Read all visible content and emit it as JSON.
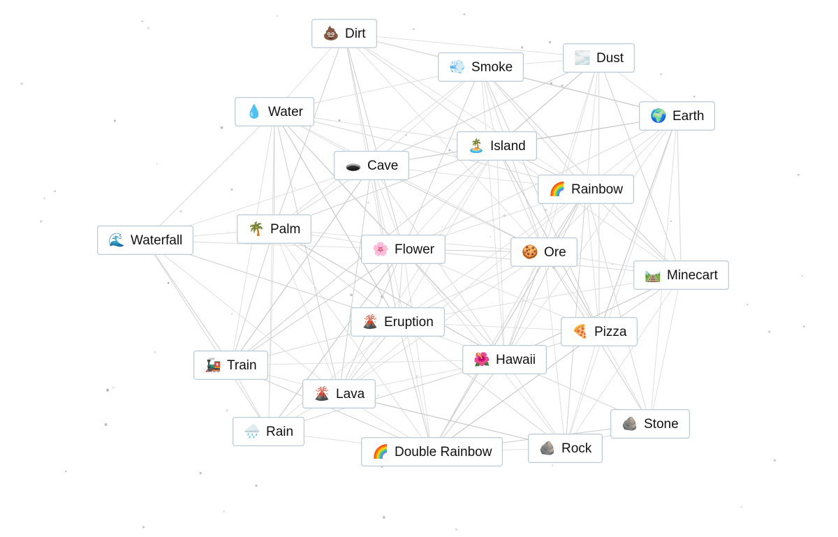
{
  "elements": [
    {
      "id": "dirt",
      "label": "Dirt",
      "emoji": "💩",
      "icon": "dirt-icon"
    },
    {
      "id": "smoke",
      "label": "Smoke",
      "emoji": "💨",
      "icon": "smoke-icon"
    },
    {
      "id": "dust",
      "label": "Dust",
      "emoji": "🌫️",
      "icon": "dust-icon"
    },
    {
      "id": "water",
      "label": "Water",
      "emoji": "💧",
      "icon": "water-drop-icon"
    },
    {
      "id": "earth",
      "label": "Earth",
      "emoji": "🌍",
      "icon": "globe-icon"
    },
    {
      "id": "island",
      "label": "Island",
      "emoji": "🏝️",
      "icon": "island-icon"
    },
    {
      "id": "cave",
      "label": "Cave",
      "emoji": "🕳️",
      "icon": "cave-hole-icon"
    },
    {
      "id": "rainbow",
      "label": "Rainbow",
      "emoji": "🌈",
      "icon": "rainbow-icon"
    },
    {
      "id": "waterfall",
      "label": "Waterfall",
      "emoji": "🌊",
      "icon": "wave-icon"
    },
    {
      "id": "palm",
      "label": "Palm",
      "emoji": "🌴",
      "icon": "palm-tree-icon"
    },
    {
      "id": "flower",
      "label": "Flower",
      "emoji": "🌸",
      "icon": "cherry-blossom-icon"
    },
    {
      "id": "ore",
      "label": "Ore",
      "emoji": "🍪",
      "icon": "cookie-icon"
    },
    {
      "id": "minecart",
      "label": "Minecart",
      "emoji": "🛤️",
      "icon": "railway-track-icon"
    },
    {
      "id": "eruption",
      "label": "Eruption",
      "emoji": "🌋",
      "icon": "volcano-icon"
    },
    {
      "id": "pizza",
      "label": "Pizza",
      "emoji": "🍕",
      "icon": "pizza-slice-icon"
    },
    {
      "id": "hawaii",
      "label": "Hawaii",
      "emoji": "🌺",
      "icon": "hibiscus-icon"
    },
    {
      "id": "train",
      "label": "Train",
      "emoji": "🚂",
      "icon": "locomotive-icon"
    },
    {
      "id": "lava",
      "label": "Lava",
      "emoji": "🌋",
      "icon": "volcano-icon"
    },
    {
      "id": "rain",
      "label": "Rain",
      "emoji": "🌧️",
      "icon": "rain-cloud-icon"
    },
    {
      "id": "double-rainbow",
      "label": "Double Rainbow",
      "emoji": "🌈",
      "icon": "rainbow-icon"
    },
    {
      "id": "rock",
      "label": "Rock",
      "emoji": "🪨",
      "icon": "rock-icon"
    },
    {
      "id": "stone",
      "label": "Stone",
      "emoji": "🪨",
      "icon": "rock-icon"
    }
  ],
  "connections": [
    [
      "dirt",
      "smoke"
    ],
    [
      "dirt",
      "dust"
    ],
    [
      "dirt",
      "water"
    ],
    [
      "dirt",
      "cave"
    ],
    [
      "dirt",
      "island"
    ],
    [
      "dirt",
      "rainbow"
    ],
    [
      "dirt",
      "flower"
    ],
    [
      "dirt",
      "ore"
    ],
    [
      "dirt",
      "earth"
    ],
    [
      "dirt",
      "palm"
    ],
    [
      "dirt",
      "eruption"
    ],
    [
      "smoke",
      "dust"
    ],
    [
      "smoke",
      "earth"
    ],
    [
      "smoke",
      "island"
    ],
    [
      "smoke",
      "cave"
    ],
    [
      "smoke",
      "flower"
    ],
    [
      "smoke",
      "ore"
    ],
    [
      "smoke",
      "hawaii"
    ],
    [
      "smoke",
      "pizza"
    ],
    [
      "smoke",
      "water"
    ],
    [
      "smoke",
      "rainbow"
    ],
    [
      "smoke",
      "minecart"
    ],
    [
      "smoke",
      "palm"
    ],
    [
      "dust",
      "earth"
    ],
    [
      "dust",
      "island"
    ],
    [
      "dust",
      "rainbow"
    ],
    [
      "dust",
      "ore"
    ],
    [
      "dust",
      "minecart"
    ],
    [
      "dust",
      "pizza"
    ],
    [
      "dust",
      "hawaii"
    ],
    [
      "dust",
      "cave"
    ],
    [
      "water",
      "cave"
    ],
    [
      "water",
      "waterfall"
    ],
    [
      "water",
      "palm"
    ],
    [
      "water",
      "island"
    ],
    [
      "water",
      "flower"
    ],
    [
      "water",
      "eruption"
    ],
    [
      "water",
      "train"
    ],
    [
      "water",
      "rain"
    ],
    [
      "water",
      "lava"
    ],
    [
      "water",
      "rainbow"
    ],
    [
      "water",
      "ore"
    ],
    [
      "water",
      "hawaii"
    ],
    [
      "earth",
      "rainbow"
    ],
    [
      "earth",
      "minecart"
    ],
    [
      "earth",
      "island"
    ],
    [
      "earth",
      "ore"
    ],
    [
      "earth",
      "stone"
    ],
    [
      "earth",
      "pizza"
    ],
    [
      "earth",
      "hawaii"
    ],
    [
      "earth",
      "rock"
    ],
    [
      "earth",
      "cave"
    ],
    [
      "earth",
      "flower"
    ],
    [
      "island",
      "cave"
    ],
    [
      "island",
      "rainbow"
    ],
    [
      "island",
      "flower"
    ],
    [
      "island",
      "ore"
    ],
    [
      "island",
      "palm"
    ],
    [
      "island",
      "hawaii"
    ],
    [
      "island",
      "eruption"
    ],
    [
      "island",
      "pizza"
    ],
    [
      "island",
      "lava"
    ],
    [
      "island",
      "minecart"
    ],
    [
      "island",
      "train"
    ],
    [
      "cave",
      "palm"
    ],
    [
      "cave",
      "flower"
    ],
    [
      "cave",
      "ore"
    ],
    [
      "cave",
      "waterfall"
    ],
    [
      "cave",
      "eruption"
    ],
    [
      "cave",
      "lava"
    ],
    [
      "cave",
      "hawaii"
    ],
    [
      "cave",
      "rainbow"
    ],
    [
      "cave",
      "train"
    ],
    [
      "cave",
      "rock"
    ],
    [
      "cave",
      "double-rainbow"
    ],
    [
      "rainbow",
      "ore"
    ],
    [
      "rainbow",
      "minecart"
    ],
    [
      "rainbow",
      "pizza"
    ],
    [
      "rainbow",
      "hawaii"
    ],
    [
      "rainbow",
      "flower"
    ],
    [
      "rainbow",
      "stone"
    ],
    [
      "rainbow",
      "rock"
    ],
    [
      "rainbow",
      "eruption"
    ],
    [
      "rainbow",
      "lava"
    ],
    [
      "rainbow",
      "double-rainbow"
    ],
    [
      "waterfall",
      "palm"
    ],
    [
      "waterfall",
      "flower"
    ],
    [
      "waterfall",
      "train"
    ],
    [
      "waterfall",
      "rain"
    ],
    [
      "waterfall",
      "lava"
    ],
    [
      "waterfall",
      "eruption"
    ],
    [
      "palm",
      "flower"
    ],
    [
      "palm",
      "eruption"
    ],
    [
      "palm",
      "train"
    ],
    [
      "palm",
      "lava"
    ],
    [
      "palm",
      "rain"
    ],
    [
      "palm",
      "hawaii"
    ],
    [
      "palm",
      "ore"
    ],
    [
      "palm",
      "double-rainbow"
    ],
    [
      "flower",
      "ore"
    ],
    [
      "flower",
      "eruption"
    ],
    [
      "flower",
      "hawaii"
    ],
    [
      "flower",
      "lava"
    ],
    [
      "flower",
      "pizza"
    ],
    [
      "flower",
      "minecart"
    ],
    [
      "flower",
      "train"
    ],
    [
      "flower",
      "double-rainbow"
    ],
    [
      "flower",
      "rock"
    ],
    [
      "flower",
      "rain"
    ],
    [
      "ore",
      "minecart"
    ],
    [
      "ore",
      "pizza"
    ],
    [
      "ore",
      "hawaii"
    ],
    [
      "ore",
      "eruption"
    ],
    [
      "ore",
      "rock"
    ],
    [
      "ore",
      "stone"
    ],
    [
      "ore",
      "lava"
    ],
    [
      "ore",
      "double-rainbow"
    ],
    [
      "minecart",
      "pizza"
    ],
    [
      "minecart",
      "stone"
    ],
    [
      "minecart",
      "rock"
    ],
    [
      "minecart",
      "hawaii"
    ],
    [
      "minecart",
      "eruption"
    ],
    [
      "eruption",
      "hawaii"
    ],
    [
      "eruption",
      "lava"
    ],
    [
      "eruption",
      "train"
    ],
    [
      "eruption",
      "pizza"
    ],
    [
      "eruption",
      "double-rainbow"
    ],
    [
      "eruption",
      "rain"
    ],
    [
      "eruption",
      "rock"
    ],
    [
      "pizza",
      "hawaii"
    ],
    [
      "pizza",
      "stone"
    ],
    [
      "pizza",
      "rock"
    ],
    [
      "pizza",
      "double-rainbow"
    ],
    [
      "hawaii",
      "lava"
    ],
    [
      "hawaii",
      "rock"
    ],
    [
      "hawaii",
      "double-rainbow"
    ],
    [
      "hawaii",
      "stone"
    ],
    [
      "hawaii",
      "train"
    ],
    [
      "hawaii",
      "rain"
    ],
    [
      "train",
      "lava"
    ],
    [
      "train",
      "rain"
    ],
    [
      "train",
      "double-rainbow"
    ],
    [
      "lava",
      "rain"
    ],
    [
      "lava",
      "double-rainbow"
    ],
    [
      "lava",
      "rock"
    ],
    [
      "rain",
      "double-rainbow"
    ],
    [
      "double-rainbow",
      "rock"
    ],
    [
      "double-rainbow",
      "stone"
    ],
    [
      "rock",
      "stone"
    ]
  ]
}
